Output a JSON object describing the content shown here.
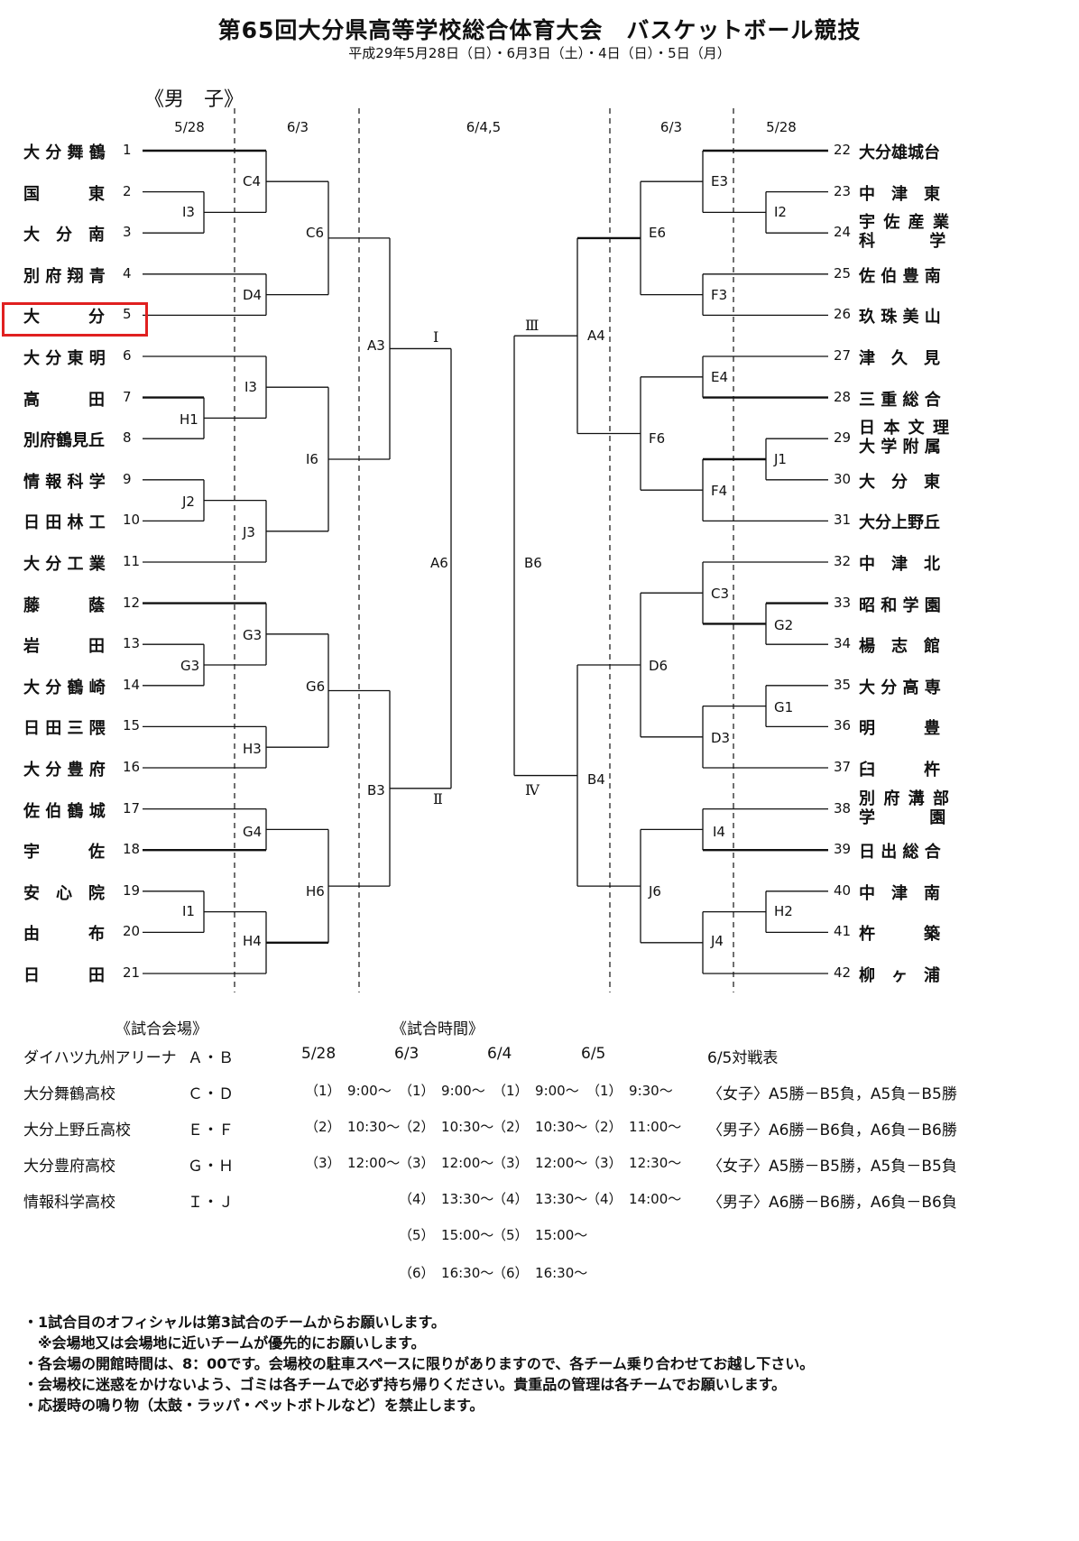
{
  "header": {
    "title": "第65回大分県高等学校総合体育大会　バスケットボール競技",
    "subtitle": "平成29年5月28日（日）・6月3日（土）・4日（日）・5日（月）"
  },
  "section_title": "《男　子》",
  "round_dates": [
    "5/28",
    "6/3",
    "6/4,5",
    "6/3",
    "5/28"
  ],
  "left_teams": [
    {
      "name": "大 分 舞 鶴",
      "seed": "1"
    },
    {
      "name": "国　　　東",
      "seed": "2"
    },
    {
      "name": "大　分　南",
      "seed": "3"
    },
    {
      "name": "別 府 翔 青",
      "seed": "4"
    },
    {
      "name": "大　　　分",
      "seed": "5"
    },
    {
      "name": "大 分 東 明",
      "seed": "6"
    },
    {
      "name": "高　　　田",
      "seed": "7"
    },
    {
      "name": "別府鶴見丘",
      "seed": "8"
    },
    {
      "name": "情 報 科 学",
      "seed": "9"
    },
    {
      "name": "日 田 林 工",
      "seed": "10"
    },
    {
      "name": "大 分 工 業",
      "seed": "11"
    },
    {
      "name": "藤　　　蔭",
      "seed": "12"
    },
    {
      "name": "岩　　　田",
      "seed": "13"
    },
    {
      "name": "大 分 鶴 崎",
      "seed": "14"
    },
    {
      "name": "日 田 三 隈",
      "seed": "15"
    },
    {
      "name": "大 分 豊 府",
      "seed": "16"
    },
    {
      "name": "佐 伯 鶴 城",
      "seed": "17"
    },
    {
      "name": "宇　　　佐",
      "seed": "18"
    },
    {
      "name": "安　心　院",
      "seed": "19"
    },
    {
      "name": "由　　　布",
      "seed": "20"
    },
    {
      "name": "日　　　田",
      "seed": "21"
    }
  ],
  "right_teams": [
    {
      "name": "大分雄城台",
      "seed": "22"
    },
    {
      "name": "中　津　東",
      "seed": "23"
    },
    {
      "name": "宇 佐 産 業 科　　　 学",
      "seed": "24"
    },
    {
      "name": "佐 伯 豊 南",
      "seed": "25"
    },
    {
      "name": "玖 珠 美 山",
      "seed": "26"
    },
    {
      "name": "津　久　見",
      "seed": "27"
    },
    {
      "name": "三 重 総 合",
      "seed": "28"
    },
    {
      "name": "日 本 文 理 大 学 附 属",
      "seed": "29"
    },
    {
      "name": "大　分　東",
      "seed": "30"
    },
    {
      "name": "大分上野丘",
      "seed": "31"
    },
    {
      "name": "中　津　北",
      "seed": "32"
    },
    {
      "name": "昭 和 学 園",
      "seed": "33"
    },
    {
      "name": "楊　志　館",
      "seed": "34"
    },
    {
      "name": "大 分 高 専",
      "seed": "35"
    },
    {
      "name": "明　　　豊",
      "seed": "36"
    },
    {
      "name": "臼　　　杵",
      "seed": "37"
    },
    {
      "name": "別 府 溝 部 学　　　 園",
      "seed": "38"
    },
    {
      "name": "日 出 総 合",
      "seed": "39"
    },
    {
      "name": "中　津　南",
      "seed": "40"
    },
    {
      "name": "杵　　　築",
      "seed": "41"
    },
    {
      "name": "柳　ヶ　浦",
      "seed": "42"
    }
  ],
  "games": {
    "I3a": "I3",
    "C4": "C4",
    "D4": "D4",
    "C6": "C6",
    "H1": "H1",
    "I3b": "I3",
    "J2": "J2",
    "J3": "J3",
    "I6": "I6",
    "A3": "A3",
    "G3a": "G3",
    "G3b": "G3",
    "H3": "H3",
    "G6": "G6",
    "G4": "G4",
    "I1": "I1",
    "H4": "H4",
    "H6": "H6",
    "B3": "B3",
    "A6": "A6",
    "B6": "B6",
    "E3": "E3",
    "I2": "I2",
    "E6": "E6",
    "F3": "F3",
    "E4": "E4",
    "J1": "J1",
    "F4": "F4",
    "F6": "F6",
    "A4": "A4",
    "C3": "C3",
    "G2": "G2",
    "D6": "D6",
    "G1": "G1",
    "D3": "D3",
    "I4": "I4",
    "H2": "H2",
    "J4": "J4",
    "J6": "J6",
    "B4": "B4",
    "r1": "Ⅰ",
    "r2": "Ⅱ",
    "r3": "Ⅲ",
    "r4": "Ⅳ"
  },
  "venues": {
    "heading": "《試合会場》",
    "rows": [
      {
        "name": "ダイハツ九州アリーナ",
        "courts": "Ａ・Ｂ"
      },
      {
        "name": "大分舞鶴高校",
        "courts": "Ｃ・Ｄ"
      },
      {
        "name": "大分上野丘高校",
        "courts": "Ｅ・Ｆ"
      },
      {
        "name": "大分豊府高校",
        "courts": "Ｇ・Ｈ"
      },
      {
        "name": "情報科学高校",
        "courts": "Ｉ・Ｊ"
      }
    ]
  },
  "times": {
    "heading": "《試合時間》",
    "dates": [
      "5/28",
      "6/3",
      "6/4",
      "6/5"
    ],
    "col_5_28": [
      "（1）　9:00～",
      "（2）　10:30～",
      "（3）　12:00～"
    ],
    "col_6_3": [
      "（1）　9:00～",
      "（2）　10:30～",
      "（3）　12:00～",
      "（4）　13:30～",
      "（5）　15:00～",
      "（6）　16:30～"
    ],
    "col_6_4": [
      "（1）　9:00～",
      "（2）　10:30～",
      "（3）　12:00～",
      "（4）　13:30～",
      "（5）　15:00～",
      "（6）　16:30～"
    ],
    "col_6_5": [
      "（1）　9:30～",
      "（2）　11:00～",
      "（3）　12:30～",
      "（4）　14:00～"
    ]
  },
  "matchups": {
    "heading": "6/5対戦表",
    "rows": [
      "〈女子〉A5勝－B5負，A5負－B5勝",
      "〈男子〉A6勝－B6負，A6負－B6勝",
      "〈女子〉A5勝－B5勝，A5負－B5負",
      "〈男子〉A6勝－B6勝，A6負－B6負"
    ]
  },
  "notes": [
    "・1試合目のオフィシャルは第3試合のチームからお願いします。",
    "　※会場地又は会場地に近いチームが優先的にお願いします。",
    "・各会場の開館時間は、8：00です。会場校の駐車スペースに限りがありますので、各チーム乗り合わせてお越し下さい。",
    "・会場校に迷惑をかけないよう、ゴミは各チームで必ず持ち帰りください。貴重品の管理は各チームでお願いします。",
    "・応援時の鳴り物（太鼓・ラッパ・ペットボトルなど）を禁止します。"
  ],
  "highlight_color": "#e02020"
}
